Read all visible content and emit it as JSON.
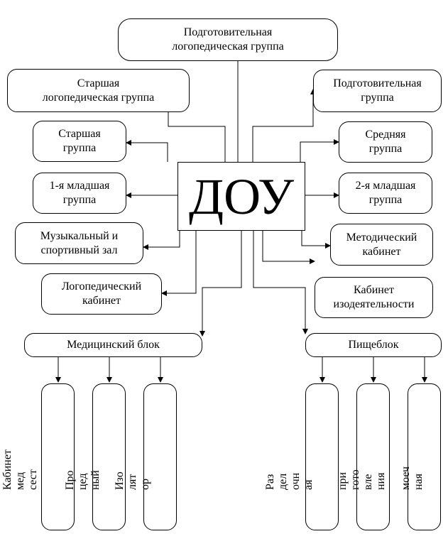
{
  "center": {
    "label": "ДОУ"
  },
  "top": {
    "label": "Подготовительная логопедическая группа"
  },
  "left": [
    {
      "label": "Старшая логопедическая группа"
    },
    {
      "label": "Старшая группа"
    },
    {
      "label": "1-я младшая группа"
    },
    {
      "label": "Музыкальный и спортивный зал"
    },
    {
      "label": "Логопедический кабинет"
    }
  ],
  "right": [
    {
      "label": "Подготовительная группа"
    },
    {
      "label": "Средняя группа"
    },
    {
      "label": "2-я младшая группа"
    },
    {
      "label": "Методический кабинет"
    },
    {
      "label": "Кабинет изодеятельности"
    }
  ],
  "medical": {
    "label": "Медицинский блок",
    "sub": [
      {
        "label": "Кабинет\nмед\nсест"
      },
      {
        "label": "Про\nцед\nный"
      },
      {
        "label": "Изо\nлят\nор"
      }
    ]
  },
  "kitchen": {
    "label": "Пищеблок",
    "sub": [
      {
        "label": "Раз\nдел\nочн\nая"
      },
      {
        "label": "при\nгото\nвле\nния"
      },
      {
        "label": "моеч\nная"
      }
    ]
  }
}
